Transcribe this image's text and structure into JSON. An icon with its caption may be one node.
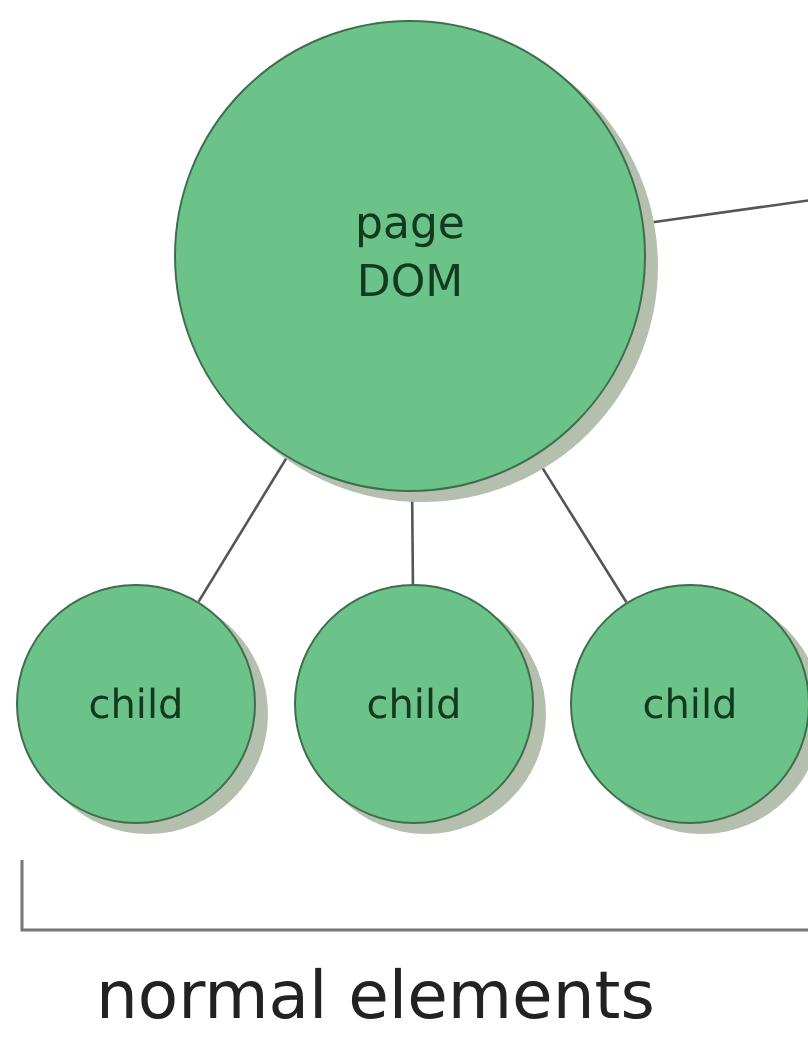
{
  "diagram": {
    "nodes": [
      {
        "text": [
          "page DOM"
        ]
      },
      {
        "text": [
          "child"
        ]
      },
      {
        "text": [
          "child"
        ]
      },
      {
        "text": [
          "child"
        ]
      }
    ],
    "edges": [
      {
        "from": 0,
        "to": null,
        "arrow": "none"
      },
      {
        "from": 0,
        "to": 1,
        "arrow": "none"
      },
      {
        "from": 0,
        "to": 2,
        "arrow": "none"
      },
      {
        "from": 0,
        "to": 3,
        "arrow": "none"
      }
    ],
    "labels": [
      "normal elements"
    ]
  }
}
